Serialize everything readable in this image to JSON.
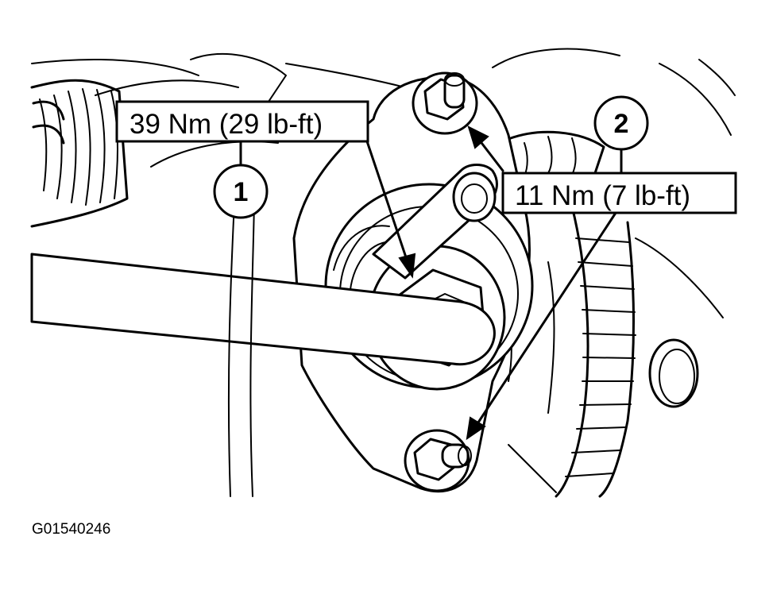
{
  "callouts": {
    "torque_1": "39 Nm (29 lb-ft)",
    "torque_2": "11 Nm (7 lb-ft)"
  },
  "markers": {
    "item_1": "1",
    "item_2": "2"
  },
  "figure_id": "G01540246"
}
